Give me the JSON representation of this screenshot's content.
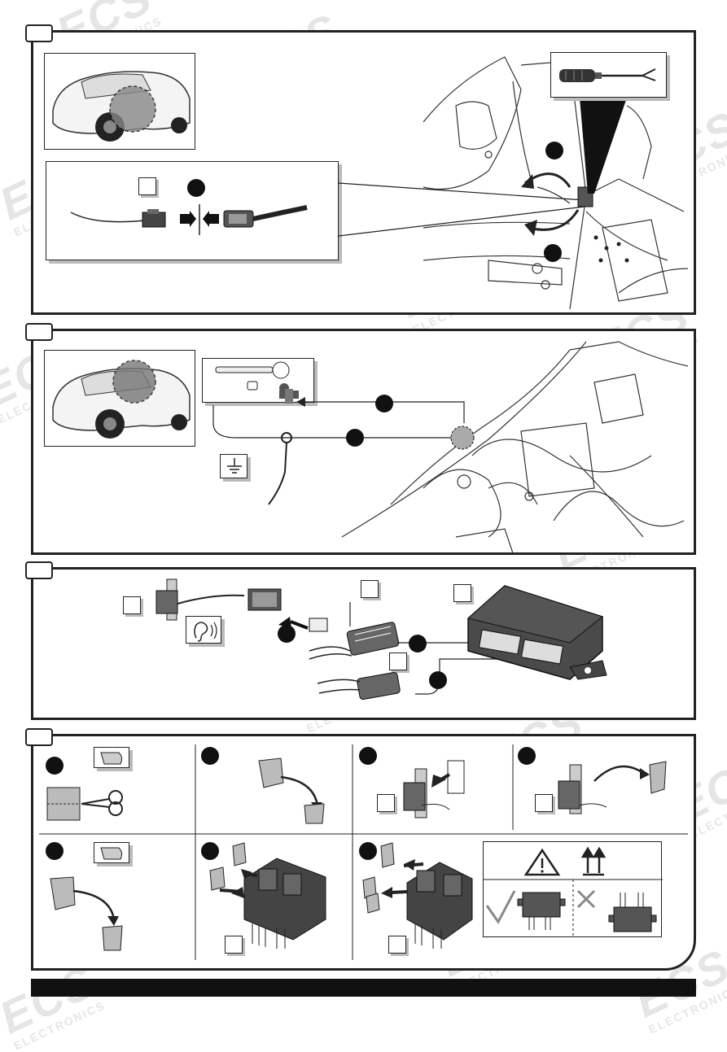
{
  "watermark": {
    "brand": "ECS",
    "sub": "ELECTRONICS"
  },
  "steps": [
    {
      "id": "step-1",
      "label": ""
    },
    {
      "id": "step-2",
      "label": ""
    },
    {
      "id": "step-3",
      "label": ""
    },
    {
      "id": "step-4",
      "label": ""
    }
  ],
  "icons": {
    "ground": "ground-symbol-icon",
    "ear": "listen-click-icon",
    "warning": "warning-triangle-icon",
    "orientation": "this-way-up-icon",
    "check": "correct-checkmark-icon",
    "cross": "incorrect-cross-icon"
  }
}
